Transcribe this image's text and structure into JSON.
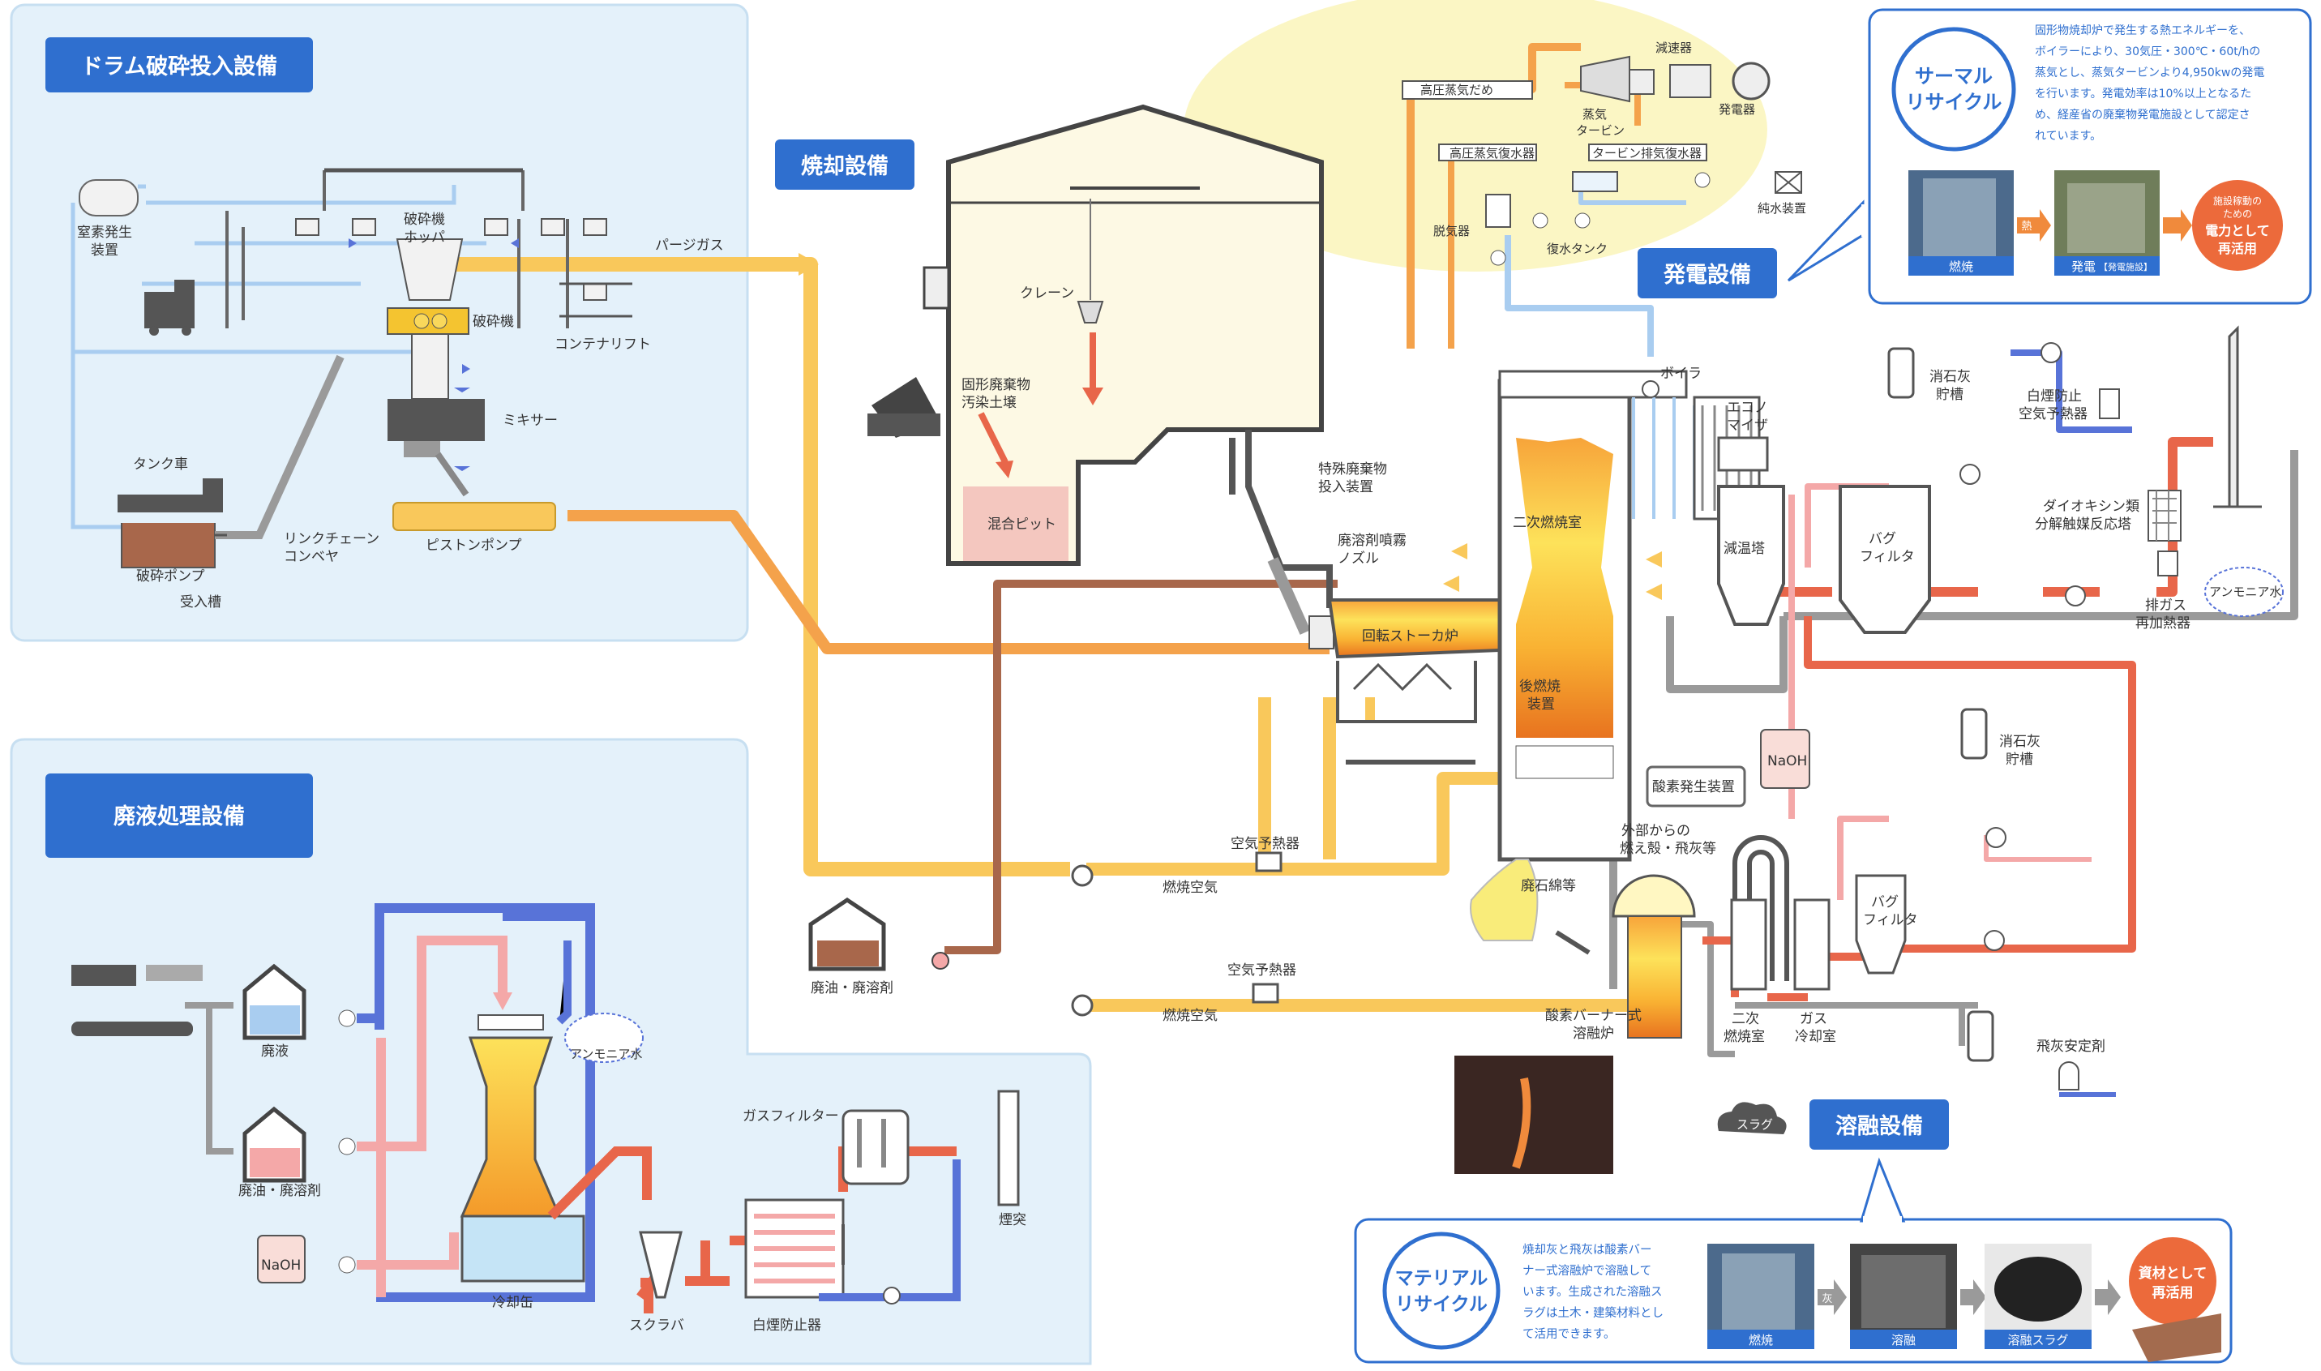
{
  "sections": {
    "drum": "ドラム破砕投入設備",
    "liquid": "廃液処理設備",
    "incinerate": "焼却設備",
    "power": "発電設備",
    "melt": "溶融設備"
  },
  "drum_labels": {
    "nitrogen": [
      "窒素発生",
      "装置"
    ],
    "hopper": [
      "破砕機",
      "ホッパ"
    ],
    "crusher": "破砕機",
    "container_lift": "コンテナリフト",
    "tank_truck": "タンク車",
    "mixer": "ミキサー",
    "crush_pump": "破砕ポンプ",
    "receiving_tank": "受入槽",
    "link_chain": [
      "リンクチェーン",
      "コンベヤ"
    ],
    "piston_pump": "ピストンポンプ",
    "purge_gas": "パージガス"
  },
  "incinerate_labels": {
    "crane": "クレーン",
    "solid_waste": [
      "固形廃棄物",
      "汚染土壌"
    ],
    "mixing_pit": "混合ピット",
    "special_waste": [
      "特殊廃棄物",
      "投入装置"
    ],
    "nozzle": [
      "廃溶剤噴霧",
      "ノズル"
    ],
    "rotary_kiln": "回転ストーカ炉",
    "secondary_chamber": "二次燃焼室",
    "post_combustion": [
      "後燃焼",
      "装置"
    ],
    "air_preheater": "空気予熱器",
    "combustion_air": "燃焼空気",
    "waste_oil": "廃油・廃溶剤"
  },
  "power_labels": {
    "hp_header": "高圧蒸気だめ",
    "reducer": "減速器",
    "steam_turbine": [
      "蒸気",
      "タービン"
    ],
    "generator": "発電器",
    "hp_condenser": "高圧蒸気復水器",
    "turbine_condenser": "タービン排気復水器",
    "pure_water": "純水装置",
    "deaerator": "脱気器",
    "feed_tank": "復水タンク",
    "boiler": "ボイラ",
    "economizer": [
      "エコノ",
      "マイザ"
    ]
  },
  "gas_labels": {
    "cooling_tower": "減温塔",
    "slaked_lime_1": [
      "消石灰",
      "貯槽"
    ],
    "plume_prevent": [
      "白煙防止",
      "空気予熱器"
    ],
    "bag_filter_1": [
      "バグ",
      "フィルタ"
    ],
    "dioxin": [
      "ダイオキシン類",
      "分解触媒反応塔"
    ],
    "ammonia_1": "アンモニア水",
    "exhaust_reheater": [
      "排ガス",
      "再加熱器"
    ],
    "naoh_1": "NaOH",
    "oxygen_gen": "酸素発生装置",
    "external_ash": [
      "外部からの",
      "燃え殻・飛灰等"
    ],
    "slaked_lime_2": [
      "消石灰",
      "貯槽"
    ],
    "asbestos": "廃石綿等",
    "bag_filter_2": [
      "バグ",
      "フィルタ"
    ],
    "oxy_burner": [
      "酸素バーナー式",
      "溶融炉"
    ],
    "secondary_room": [
      "二次",
      "燃焼室"
    ],
    "gas_cooler": [
      "ガス",
      "冷却室"
    ],
    "fly_ash_stabilizer": "飛灰安定剤",
    "slag": "スラグ"
  },
  "liquid_labels": {
    "waste_liquid": "廃液",
    "waste_oil": "廃油・廃溶剤",
    "naoh": "NaOH",
    "ammonia": "アンモニア水",
    "cooling_can": "冷却缶",
    "scrubber": "スクラバ",
    "plume_device": "白煙防止器",
    "gas_filter": "ガスフィルター",
    "stack": "煙突"
  },
  "thermal": {
    "title": [
      "サーマル",
      "リサイクル"
    ],
    "desc": [
      "固形物焼却炉で発生する熱エネルギーを、",
      "ボイラーにより、30気圧・300℃・60t/hの",
      "蒸気とし、蒸気タービンより4,950kwの発電",
      "を行います。発電効率は10%以上となるた",
      "め、経産省の廃棄物発電施設として認定さ",
      "れています。"
    ],
    "photo1": "燃焼",
    "arrow": "熱",
    "photo2": "発電",
    "photo2_tag": "【発電施設】",
    "result": [
      "施設稼動の",
      "ための",
      "電力として",
      "再活用"
    ]
  },
  "material": {
    "title": [
      "マテリアル",
      "リサイクル"
    ],
    "desc": [
      "焼却灰と飛灰は酸素バー",
      "ナー式溶融炉で溶融して",
      "います。生成された溶融ス",
      "ラグは土木・建築材料とし",
      "て活用できます。"
    ],
    "photo1": "燃焼",
    "arrow": "灰",
    "photo2": "溶融",
    "photo3": "溶融スラグ",
    "result": [
      "資材として",
      "再活用"
    ]
  },
  "colors": {
    "panel_bg": "#e4f1fa",
    "title_blue": "#2f6fcf",
    "yellow": "#f9c85b",
    "orange": "#f08a3c",
    "red": "#e8664a",
    "blue": "#5873d8",
    "pink": "#f4a8a8",
    "light_blue": "#a9cdf0",
    "gray": "#9a9a9a",
    "brown": "#a8674b"
  }
}
